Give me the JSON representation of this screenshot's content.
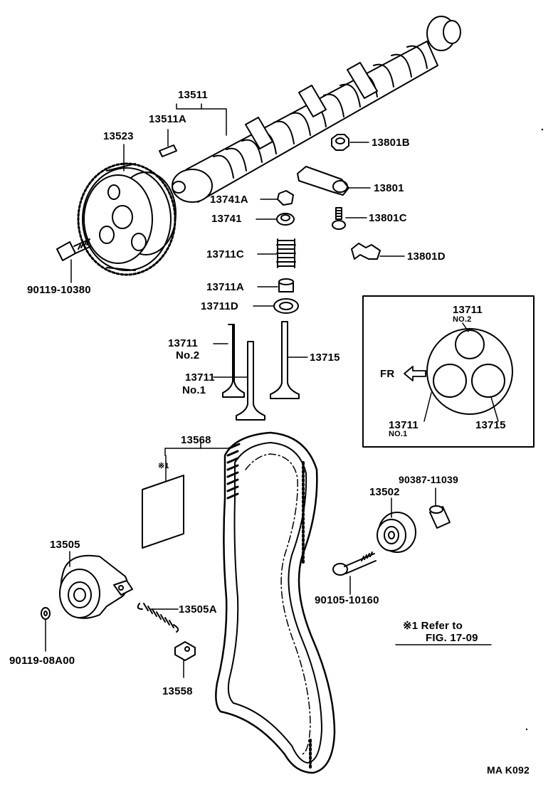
{
  "labels": {
    "p13511": "13511",
    "p13511A": "13511A",
    "p13523": "13523",
    "p13801B": "13801B",
    "p13801": "13801",
    "p13741A": "13741A",
    "p13741": "13741",
    "p13801C": "13801C",
    "p13711C": "13711C",
    "p13801D": "13801D",
    "p90119_10380": "90119-10380",
    "p13711A": "13711A",
    "p13711D": "13711D",
    "p13711_no2_num": "13711",
    "p13711_no2_sub": "No.2",
    "p13711_no1_num": "13711",
    "p13711_no1_sub": "No.1",
    "p13715": "13715",
    "p13568": "13568",
    "note_mark": "※1",
    "p90387": "90387-11039",
    "p13502": "13502",
    "p13505": "13505",
    "p13505A": "13505A",
    "p90105": "90105-10160",
    "p90119_08A00": "90119-08A00",
    "p13558": "13558",
    "refer_line1": "※1 Refer to",
    "refer_line2": "FIG. 17-09",
    "code": "MA K092"
  },
  "inset": {
    "top_num": "13711",
    "top_sub": "NO.2",
    "fr": "FR",
    "left_num": "13711",
    "left_sub": "NO.1",
    "right_num": "13715"
  }
}
